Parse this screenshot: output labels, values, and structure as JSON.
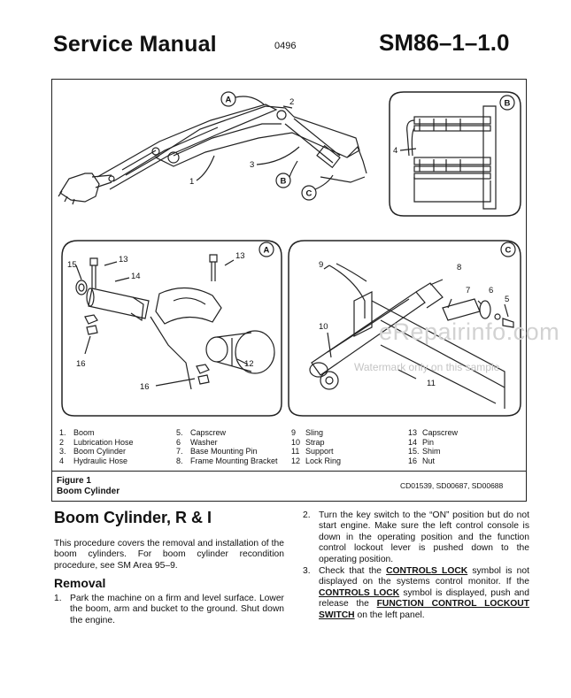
{
  "header": {
    "title": "Service Manual",
    "code": "0496",
    "sm_number": "SM86–1–1.0"
  },
  "figure": {
    "callouts": {
      "A": "A",
      "B": "B",
      "C": "C",
      "n1": "1",
      "n2": "2",
      "n3": "3",
      "n4": "4",
      "n5": "5",
      "n6": "6",
      "n7": "7",
      "n8": "8",
      "n9": "9",
      "n10": "10",
      "n11": "11",
      "n12": "12",
      "n13a": "13",
      "n13b": "13",
      "n14": "14",
      "n15": "15",
      "n16a": "16",
      "n16b": "16"
    },
    "legend": [
      [
        {
          "num": "1.",
          "text": "Boom"
        },
        {
          "num": "2",
          "text": "Lubrication Hose"
        },
        {
          "num": "3.",
          "text": "Boom Cylinder"
        },
        {
          "num": "4",
          "text": "Hydraulic Hose"
        }
      ],
      [
        {
          "num": "5.",
          "text": "Capscrew"
        },
        {
          "num": "6",
          "text": "Washer"
        },
        {
          "num": "7.",
          "text": "Base Mounting Pin"
        },
        {
          "num": "8.",
          "text": "Frame Mounting Bracket"
        }
      ],
      [
        {
          "num": "9",
          "text": "Sling"
        },
        {
          "num": "10",
          "text": "Strap"
        },
        {
          "num": "11",
          "text": "Support"
        },
        {
          "num": "12",
          "text": "Lock Ring"
        }
      ],
      [
        {
          "num": "13",
          "text": "Capscrew"
        },
        {
          "num": "14",
          "text": "Pin"
        },
        {
          "num": "15.",
          "text": "Shim"
        },
        {
          "num": "16",
          "text": "Nut"
        }
      ]
    ],
    "label": "Figure 1",
    "caption": "Boom Cylinder",
    "refs": "CD01539, SD00687, SD00688"
  },
  "watermark": {
    "main": "eRepairinfo.com",
    "sub": "Watermark only on this sample"
  },
  "content": {
    "section_title": "Boom Cylinder, R & I",
    "intro": "This procedure covers the removal and installation of the boom cylinders.  For boom cylinder recondition procedure, see SM Area 95–9.",
    "removal_heading": "Removal",
    "step1_num": "1.",
    "step1": "Park the machine on a firm and level surface.  Lower the boom, arm and bucket to the ground.  Shut down the engine.",
    "step2_num": "2.",
    "step2": "Turn the key switch to the “ON” position but do not start engine.  Make sure the left control console is down in the operating position and the function control lockout lever is pushed down to the operating position.",
    "step3_num": "3.",
    "step3_a": "Check that the ",
    "step3_k1": "CONTROLS LOCK",
    "step3_b": " symbol is not displayed on the systems control monitor.  If the ",
    "step3_k2": "CONTROLS LOCK",
    "step3_c": " symbol is displayed, push and release the ",
    "step3_k3": "FUNCTION CONTROL LOCKOUT SWITCH",
    "step3_d": " on the left panel."
  }
}
